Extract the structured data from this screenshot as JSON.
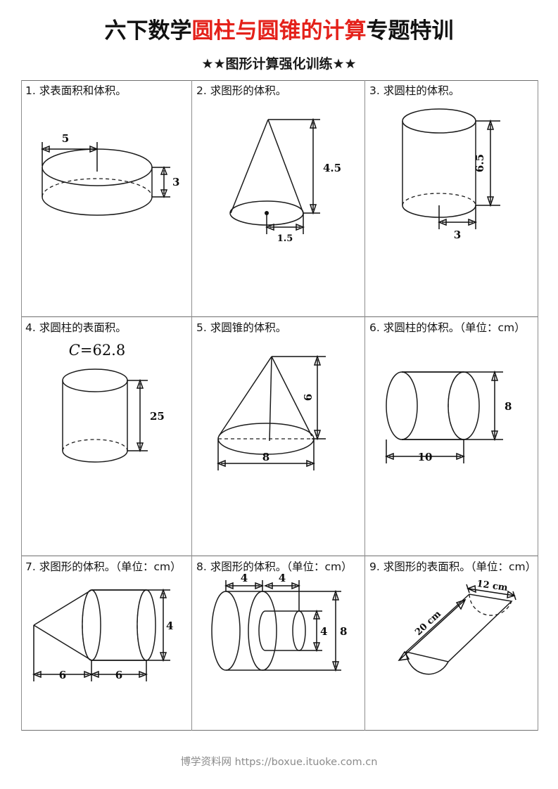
{
  "header": {
    "title_prefix": "六下数学",
    "title_highlight": "圆柱与圆锥的计算",
    "title_suffix": "专题特训",
    "subtitle": "★★图形计算强化训练★★",
    "highlight_color": "#e4211a"
  },
  "problems": [
    {
      "number": "1.",
      "text": "1. 求表面积和体积。",
      "figure": "flat-cylinder",
      "labels": {
        "radius": "5",
        "height": "3"
      }
    },
    {
      "number": "2.",
      "text": "2. 求图形的体积。",
      "figure": "cone-upright",
      "labels": {
        "height": "4.5",
        "radius": "1.5"
      }
    },
    {
      "number": "3.",
      "text": "3. 求圆柱的体积。",
      "figure": "cylinder-upright",
      "labels": {
        "height": "6.5",
        "radius": "3"
      }
    },
    {
      "number": "4.",
      "text": "4. 求圆柱的表面积。",
      "figure": "cylinder-circumference",
      "labels": {
        "circumference": "C=62.8",
        "circumference_symbol": "C",
        "circumference_value": "=62.8",
        "height": "25"
      }
    },
    {
      "number": "5.",
      "text": "5. 求圆锥的体积。",
      "figure": "cone-wide",
      "labels": {
        "height": "6",
        "diameter": "8"
      }
    },
    {
      "number": "6.",
      "text": "6. 求圆柱的体积。（单位：cm）",
      "figure": "cylinder-horizontal",
      "labels": {
        "diameter": "8",
        "length": "10"
      }
    },
    {
      "number": "7.",
      "text": "7. 求图形的体积。（单位：cm）",
      "figure": "cone-plus-cylinder",
      "labels": {
        "cone_length": "6",
        "cylinder_length": "6",
        "diameter": "4"
      }
    },
    {
      "number": "8.",
      "text": "8. 求图形的体积。（单位：cm）",
      "figure": "stacked-cylinders",
      "labels": {
        "big_length": "4",
        "small_length": "4",
        "small_diameter": "4",
        "big_diameter": "8"
      }
    },
    {
      "number": "9.",
      "text": "9. 求图形的表面积。（单位：cm）",
      "figure": "half-cylinder-trough",
      "labels": {
        "length": "20 cm",
        "width": "12 cm"
      }
    }
  ],
  "footer": {
    "watermark": "博学资料网 https://boxue.ituoke.com.cn"
  }
}
